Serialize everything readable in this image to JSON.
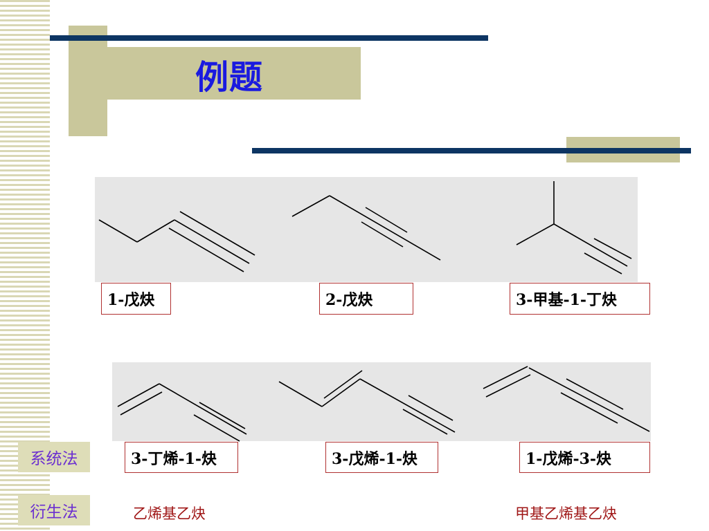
{
  "title": "例题",
  "row1": [
    {
      "name": "1-戊炔"
    },
    {
      "name": "2-戊炔"
    },
    {
      "name": "3-甲基-1-丁炔"
    }
  ],
  "row2": [
    {
      "name": "3-丁烯-1-炔"
    },
    {
      "name": "3-戊烯-1-炔"
    },
    {
      "name": "1-戊烯-3-炔"
    }
  ],
  "labels": {
    "system": "系统法",
    "derived": "衍生法"
  },
  "derived_names": [
    "乙烯基乙炔",
    "甲基乙烯基乙炔"
  ],
  "colors": {
    "title": "#1a1adf",
    "accent_bar": "#0d3563",
    "khaki": "#c9c79b",
    "label_text": "#6b2fd0",
    "derived_text": "#a01818",
    "box_border": "#b03030"
  }
}
